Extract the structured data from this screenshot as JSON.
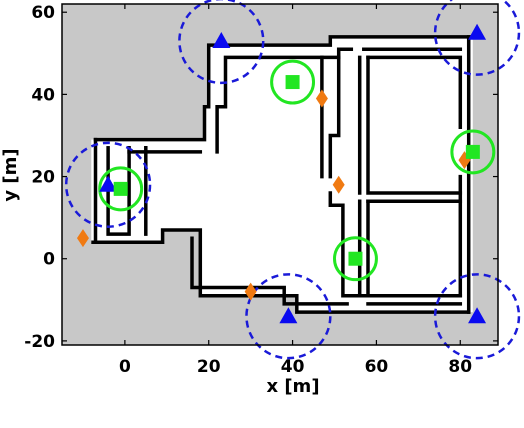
{
  "chart_data": {
    "type": "scatter",
    "title": "",
    "xlabel": "x [m]",
    "ylabel": "y [m]",
    "xlim": [
      -15,
      89
    ],
    "ylim": [
      -21,
      62
    ],
    "xticks": [
      0,
      20,
      40,
      60,
      80
    ],
    "yticks": [
      -20,
      0,
      20,
      40,
      60
    ],
    "xtick_labels": [
      "0",
      "20",
      "40",
      "60",
      "80"
    ],
    "ytick_labels": [
      "-20",
      "0",
      "20",
      "40",
      "60"
    ],
    "grid": false,
    "colors": {
      "background_region": "#c8c8c8",
      "free_space": "#ffffff",
      "walls": "#000000",
      "robot": "#22e622",
      "robot_range": "#22e622",
      "blue_marker": "#0a0af0",
      "blue_range": "#1a1ad8",
      "orange_marker": "#f07a12"
    },
    "robots": {
      "marker": "green-square",
      "points": [
        {
          "x": -1,
          "y": 17
        },
        {
          "x": 40,
          "y": 43
        },
        {
          "x": 55,
          "y": 0
        },
        {
          "x": 83,
          "y": 26
        }
      ],
      "circle_radius": 5
    },
    "triangles": {
      "marker": "blue-triangle",
      "points": [
        {
          "x": -4,
          "y": 18
        },
        {
          "x": 23,
          "y": 53
        },
        {
          "x": 84,
          "y": 55
        },
        {
          "x": 39,
          "y": -14
        },
        {
          "x": 84,
          "y": -14
        }
      ],
      "circle_radius": 10
    },
    "diamonds": {
      "marker": "orange-diamond",
      "points": [
        {
          "x": -10,
          "y": 5
        },
        {
          "x": 47,
          "y": 39
        },
        {
          "x": 51,
          "y": 18
        },
        {
          "x": 81,
          "y": 24
        },
        {
          "x": 30,
          "y": -8
        }
      ]
    },
    "environment": {
      "outer_boundary": [
        [
          -7,
          29
        ],
        [
          19,
          29
        ],
        [
          19,
          37
        ],
        [
          20,
          37
        ],
        [
          20,
          52
        ],
        [
          49,
          52
        ],
        [
          49,
          54
        ],
        [
          83,
          54
        ],
        [
          83,
          -13
        ],
        [
          41,
          -13
        ],
        [
          41,
          -9
        ],
        [
          18,
          -9
        ],
        [
          18,
          7
        ],
        [
          9,
          7
        ],
        [
          9,
          4
        ],
        [
          -8,
          4
        ],
        [
          -8,
          29
        ]
      ],
      "walls": [
        [
          [
            -7,
            29
          ],
          [
            19,
            29
          ],
          [
            19,
            37
          ],
          [
            20,
            37
          ],
          [
            20,
            52
          ],
          [
            49,
            52
          ],
          [
            49,
            54
          ],
          [
            82,
            54
          ]
        ],
        [
          [
            -7,
            29
          ],
          [
            -7,
            4
          ],
          [
            -8,
            4
          ],
          [
            9,
            4
          ],
          [
            9,
            7
          ],
          [
            18,
            7
          ],
          [
            18,
            -9
          ],
          [
            41,
            -9
          ],
          [
            41,
            -13
          ],
          [
            82,
            -13
          ]
        ],
        [
          [
            82,
            54
          ],
          [
            82,
            -13
          ]
        ],
        [
          [
            -4,
            27
          ],
          [
            -4,
            19
          ]
        ],
        [
          [
            -4,
            17
          ],
          [
            -4,
            6
          ],
          [
            1,
            6
          ],
          [
            1,
            27
          ]
        ],
        [
          [
            5,
            27
          ],
          [
            5,
            6
          ]
        ],
        [
          [
            1,
            26
          ],
          [
            18,
            26
          ]
        ],
        [
          [
            16,
            5
          ],
          [
            16,
            -7
          ],
          [
            38,
            -7
          ],
          [
            38,
            -11
          ],
          [
            53,
            -11
          ]
        ],
        [
          [
            58,
            -11
          ],
          [
            80,
            -11
          ]
        ],
        [
          [
            22,
            26
          ],
          [
            22,
            37
          ],
          [
            24,
            37
          ],
          [
            24,
            49
          ],
          [
            51,
            49
          ],
          [
            51,
            51
          ],
          [
            54,
            51
          ]
        ],
        [
          [
            57,
            51
          ],
          [
            80,
            51
          ]
        ],
        [
          [
            47,
            49
          ],
          [
            47,
            20
          ]
        ],
        [
          [
            51,
            49
          ],
          [
            51,
            30
          ],
          [
            49,
            30
          ],
          [
            49,
            20
          ]
        ],
        [
          [
            49,
            16
          ],
          [
            49,
            13
          ],
          [
            52,
            13
          ],
          [
            52,
            -9
          ],
          [
            80,
            -9
          ]
        ],
        [
          [
            56,
            49
          ],
          [
            56,
            16
          ]
        ],
        [
          [
            56,
            14
          ],
          [
            56,
            -9
          ]
        ],
        [
          [
            58,
            49
          ],
          [
            80,
            49
          ],
          [
            80,
            32
          ]
        ],
        [
          [
            80,
            20
          ],
          [
            80,
            -9
          ]
        ],
        [
          [
            58,
            49
          ],
          [
            58,
            16
          ],
          [
            80,
            16
          ]
        ],
        [
          [
            58,
            14
          ],
          [
            80,
            14
          ]
        ],
        [
          [
            58,
            14
          ],
          [
            58,
            -9
          ]
        ]
      ]
    }
  }
}
